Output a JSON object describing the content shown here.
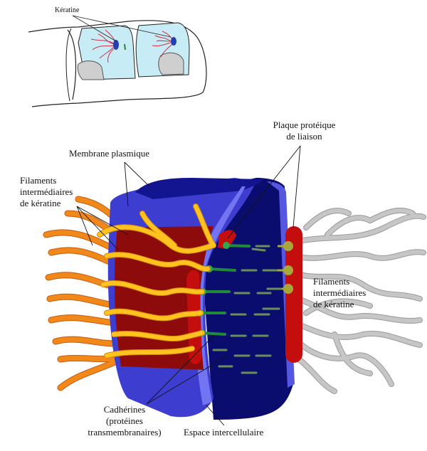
{
  "labels": {
    "keratine_small": "Kératine",
    "membrane": "Membrane plasmique",
    "filaments_left": "Filaments\nintermédiaires\nde kératine",
    "plaque": "Plaque protéique\nde liaison",
    "filaments_right": "Filaments\nintermédiaires\nde kératine",
    "cadherines": "Cadhérines\n(protéines\ntransmembranaires)",
    "espace": "Espace intercellulaire"
  },
  "colors": {
    "membrane_blue": "#3d3ed0",
    "membrane_light": "#6a6af0",
    "dark_navy": "#0b0d6e",
    "plaque_red": "#c40e0e",
    "cytoplasm_red": "#8e0b0b",
    "filament_orange": "#f08a1a",
    "filament_yellow": "#ffd21e",
    "filament_grey": "#bdbdbd",
    "cadherin_green": "#2f7f2f",
    "cadherin_light": "#5a8f4a",
    "knob_olive": "#a8a83a",
    "cell_fill": "#c8ecf6"
  }
}
